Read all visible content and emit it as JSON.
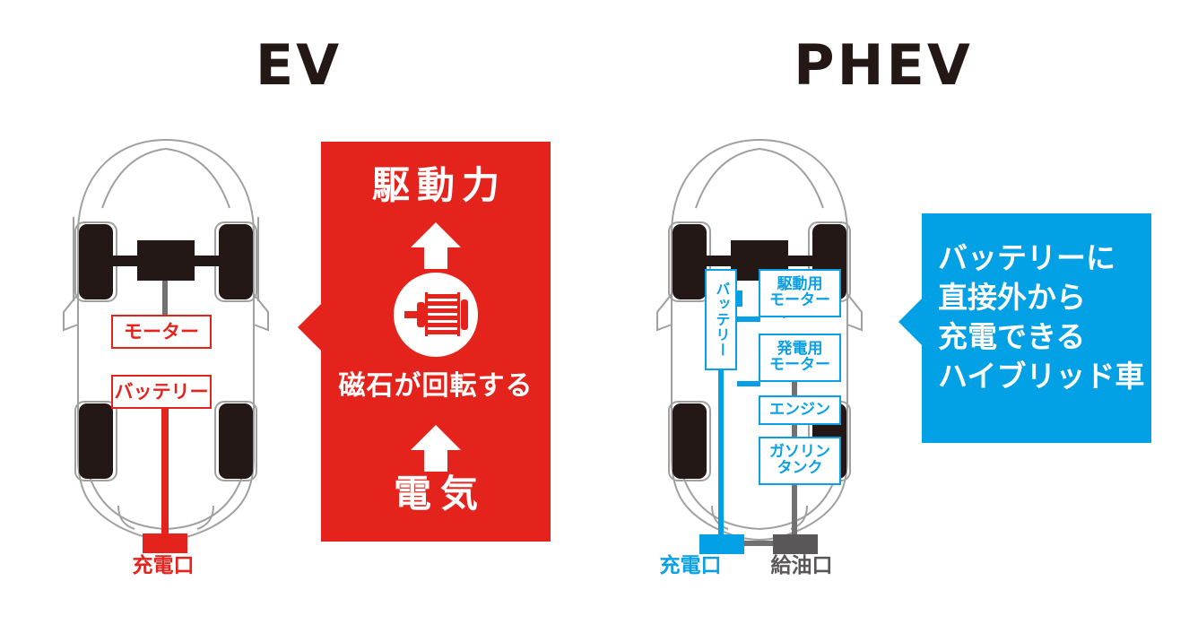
{
  "titles": {
    "ev": "EV",
    "phev": "PHEV"
  },
  "colors": {
    "red": "#e4231d",
    "blue": "#02a0e4",
    "ink": "#231815",
    "gray": "#595757",
    "outline": "#9fa0a0"
  },
  "ev": {
    "components": [
      {
        "id": "motor",
        "label": "モーター",
        "color": "#e4231d"
      },
      {
        "id": "battery",
        "label": "バッテリー",
        "color": "#e4231d"
      }
    ],
    "ports": [
      {
        "id": "charge-port",
        "label": "充電口",
        "color": "#e4231d"
      }
    ]
  },
  "phev": {
    "components": [
      {
        "id": "battery",
        "label": "バッテリー",
        "color": "#02a0e4"
      },
      {
        "id": "drive-motor",
        "label": "駆動用\nモーター",
        "color": "#02a0e4"
      },
      {
        "id": "gen-motor",
        "label": "発電用\nモーター",
        "color": "#02a0e4"
      },
      {
        "id": "engine",
        "label": "エンジン",
        "color": "#02a0e4"
      },
      {
        "id": "fuel-tank",
        "label": "ガソリン\nタンク",
        "color": "#02a0e4"
      }
    ],
    "ports": [
      {
        "id": "charge-port",
        "label": "充電口",
        "color": "#02a0e4"
      },
      {
        "id": "fuel-port",
        "label": "給油口",
        "color": "#595757"
      }
    ]
  },
  "red_callout": {
    "top_text": "駆動力",
    "middle_text": "磁石が回転する",
    "bottom_text": "電気",
    "icon": "electric-motor-icon",
    "background": "#e4231d",
    "text_color": "#ffffff"
  },
  "blue_callout": {
    "lines": [
      "バッテリーに",
      "直接外から",
      "充電できる",
      "ハイブリッド車"
    ],
    "background": "#02a0e4",
    "text_color": "#ffffff"
  }
}
